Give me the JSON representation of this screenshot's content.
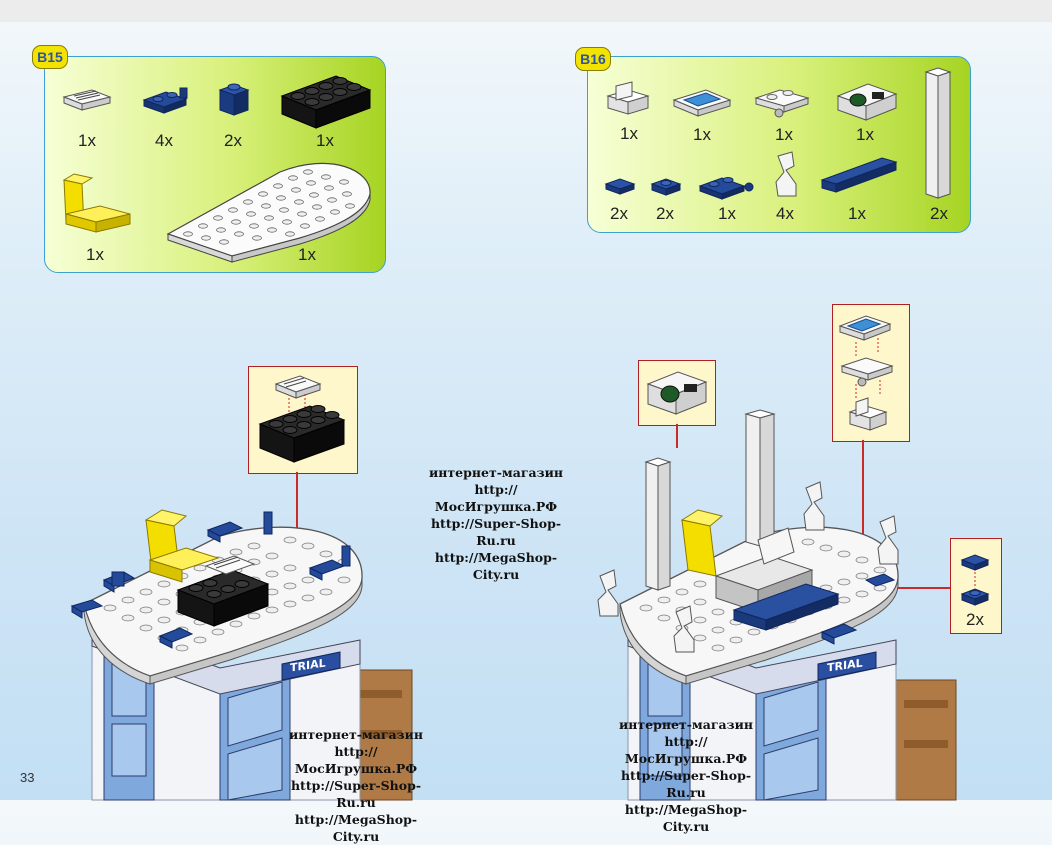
{
  "step_b15": {
    "label": "B15",
    "quantities": [
      "1x",
      "4x",
      "2x",
      "1x",
      "1x",
      "1x"
    ]
  },
  "step_b16": {
    "label": "B16",
    "quantities": [
      "1x",
      "1x",
      "1x",
      "1x",
      "2x",
      "2x",
      "1x",
      "4x",
      "1x",
      "2x"
    ]
  },
  "callout_right_qty": "2x",
  "trial_sign": "TRIAL",
  "shop": {
    "name": "интернет-магазин",
    "urls": [
      "http://МосИгрушка.РФ",
      "http://Super-Shop-Ru.ru",
      "http://MegaShop-City.ru"
    ]
  },
  "page_number": "33",
  "colors": {
    "panel_border": "#3d9fd2",
    "badge_yellow": "#f3e300",
    "callout_border": "#b02020",
    "lego_blue": "#1e3f8a",
    "lego_yellow": "#f6e400"
  }
}
